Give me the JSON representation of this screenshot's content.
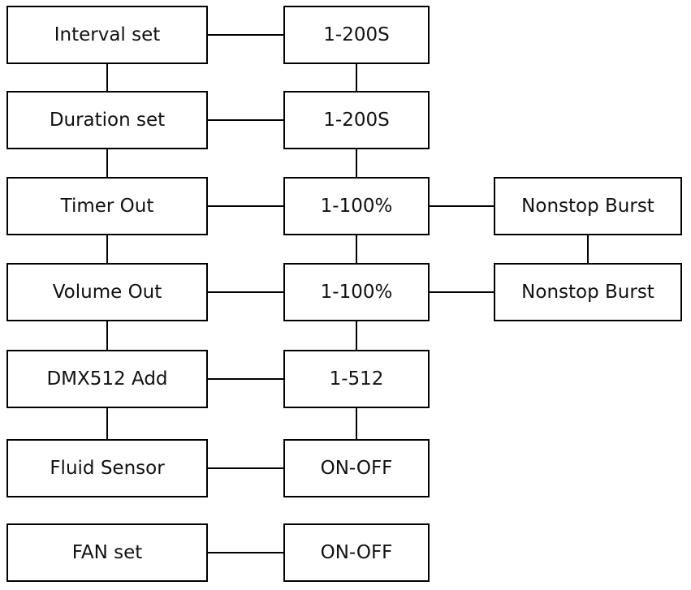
{
  "nodes": {
    "interval_set": "Interval set",
    "interval_val": "1-200S",
    "duration_set": "Duration set",
    "duration_val": "1-200S",
    "timer_out": "Timer Out",
    "timer_val": "1-100%",
    "timer_burst": "Nonstop Burst",
    "volume_out": "Volume Out",
    "volume_val": "1-100%",
    "volume_burst": "Nonstop Burst",
    "dmx_add": "DMX512 Add",
    "dmx_val": "1-512",
    "fluid_sensor": "Fluid Sensor",
    "fluid_val": "ON-OFF",
    "fan_set": "FAN set",
    "fan_val": "ON-OFF"
  },
  "edges": [
    [
      "interval_set",
      "interval_val"
    ],
    [
      "duration_set",
      "duration_val"
    ],
    [
      "timer_out",
      "timer_val"
    ],
    [
      "timer_val",
      "timer_burst"
    ],
    [
      "volume_out",
      "volume_val"
    ],
    [
      "volume_val",
      "volume_burst"
    ],
    [
      "dmx_add",
      "dmx_val"
    ],
    [
      "fluid_sensor",
      "fluid_val"
    ],
    [
      "fan_set",
      "fan_val"
    ],
    [
      "interval_set",
      "duration_set"
    ],
    [
      "duration_set",
      "timer_out"
    ],
    [
      "timer_out",
      "volume_out"
    ],
    [
      "volume_out",
      "dmx_add"
    ],
    [
      "dmx_add",
      "fluid_sensor"
    ],
    [
      "interval_val",
      "duration_val"
    ],
    [
      "duration_val",
      "timer_val"
    ],
    [
      "timer_val",
      "volume_val"
    ],
    [
      "volume_val",
      "dmx_val"
    ],
    [
      "dmx_val",
      "fluid_val"
    ],
    [
      "timer_burst",
      "volume_burst"
    ]
  ]
}
